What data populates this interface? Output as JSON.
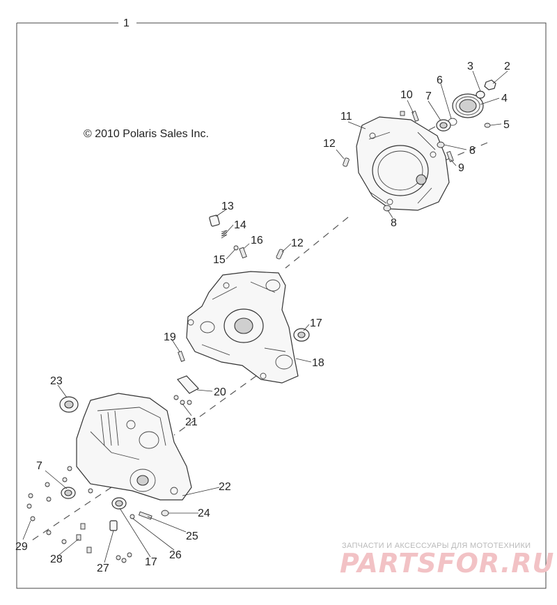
{
  "diagram": {
    "assembly_callout": "1",
    "copyright": "© 2010 Polaris Sales Inc.",
    "callouts": [
      "2",
      "3",
      "4",
      "5",
      "6",
      "7",
      "8",
      "9",
      "10",
      "11",
      "12",
      "8",
      "13",
      "14",
      "15",
      "16",
      "12",
      "17",
      "18",
      "19",
      "20",
      "21",
      "23",
      "7",
      "22",
      "24",
      "25",
      "26",
      "17",
      "27",
      "28",
      "29"
    ]
  },
  "watermark": {
    "tagline": "ЗАПЧАСТИ И АКСЕССУАРЫ ДЛЯ МОТОТЕХНИКИ",
    "logo": "PARTSFOR.RU"
  }
}
